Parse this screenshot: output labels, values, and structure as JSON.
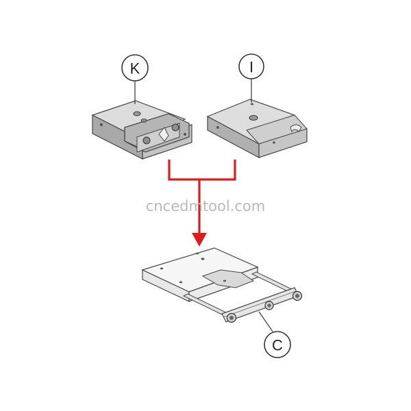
{
  "callouts": {
    "k": "K",
    "i": "I",
    "c": "C"
  },
  "watermark": "cncedmtool.com",
  "colors": {
    "arrow": "#e11b1b",
    "top_face": "#dcdcdc",
    "side_face": "#a9a9a9",
    "front_face": "#c4c4c4",
    "plate_top": "#f4f4f4",
    "outline": "#444444"
  }
}
